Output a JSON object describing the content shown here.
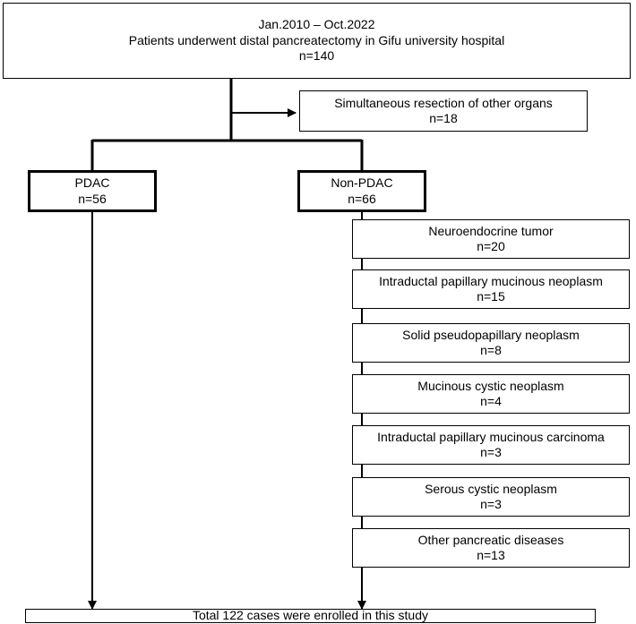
{
  "top": {
    "line1": "Jan.2010 – Oct.2022",
    "line2": "Patients underwent distal pancreatectomy in Gifu university hospital",
    "line3": "n=140"
  },
  "excluded": {
    "label": "Simultaneous resection of other organs",
    "count": "n=18"
  },
  "pdac": {
    "label": "PDAC",
    "count": "n=56"
  },
  "non_pdac": {
    "label": "Non-PDAC",
    "count": "n=66",
    "subgroups": [
      {
        "label": "Neuroendocrine tumor",
        "count": "n=20"
      },
      {
        "label": "Intraductal papillary mucinous neoplasm",
        "count": "n=15"
      },
      {
        "label": "Solid pseudopapillary neoplasm",
        "count": "n=8"
      },
      {
        "label": "Mucinous cystic neoplasm",
        "count": "n=4"
      },
      {
        "label": "Intraductal papillary mucinous carcinoma",
        "count": "n=3"
      },
      {
        "label": "Serous cystic neoplasm",
        "count": "n=3"
      },
      {
        "label": "Other pancreatic diseases",
        "count": "n=13"
      }
    ]
  },
  "total": {
    "label": "Total 122 cases  were enrolled in this study"
  }
}
